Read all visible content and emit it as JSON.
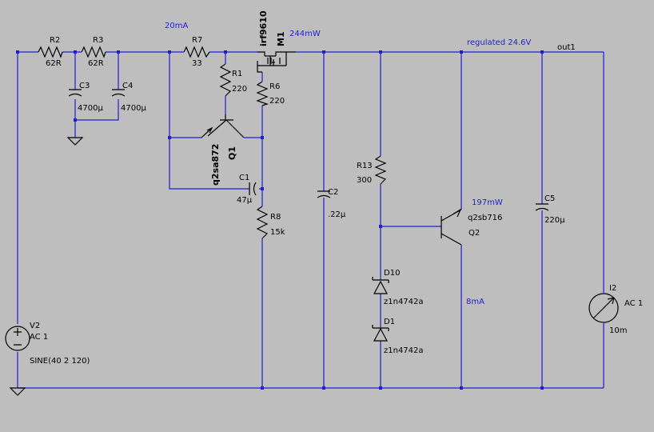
{
  "components": {
    "r2": {
      "ref": "R2",
      "value": "62R"
    },
    "r3": {
      "ref": "R3",
      "value": "62R"
    },
    "r7": {
      "ref": "R7",
      "value": "33"
    },
    "r1": {
      "ref": "R1",
      "value": "220"
    },
    "r6": {
      "ref": "R6",
      "value": "220"
    },
    "r8": {
      "ref": "R8",
      "value": "15k"
    },
    "r13": {
      "ref": "R13",
      "value": "300"
    },
    "c3": {
      "ref": "C3",
      "value": "4700µ"
    },
    "c4": {
      "ref": "C4",
      "value": "4700µ"
    },
    "c1": {
      "ref": "C1",
      "value": "47µ"
    },
    "c2": {
      "ref": "C2",
      "value": ".22µ"
    },
    "c5": {
      "ref": "C5",
      "value": "220µ"
    },
    "m1": {
      "ref": "M1",
      "value": "irf9610"
    },
    "q1": {
      "ref": "Q1",
      "value": "q2sa872"
    },
    "q2": {
      "ref": "Q2",
      "value": "q2sb716"
    },
    "d10": {
      "ref": "D10",
      "value": "z1n4742a"
    },
    "d1": {
      "ref": "D1",
      "value": "z1n4742a"
    },
    "v2": {
      "ref": "V2",
      "value": "AC 1",
      "source": "SINE(40 2 120)"
    },
    "i2": {
      "ref": "I2",
      "value": "AC 1",
      "load": "10m"
    }
  },
  "annotations": {
    "current_r7": "20mA",
    "power_m1": "244mW",
    "regulated": "regulated 24.6V",
    "net_out": "out1",
    "power_q2": "197mW",
    "current_q2": "8mA"
  },
  "colors": {
    "background": "#bebebe",
    "wire": "#1f1fd0",
    "component": "#000000",
    "annotation": "#1f1fd0"
  }
}
